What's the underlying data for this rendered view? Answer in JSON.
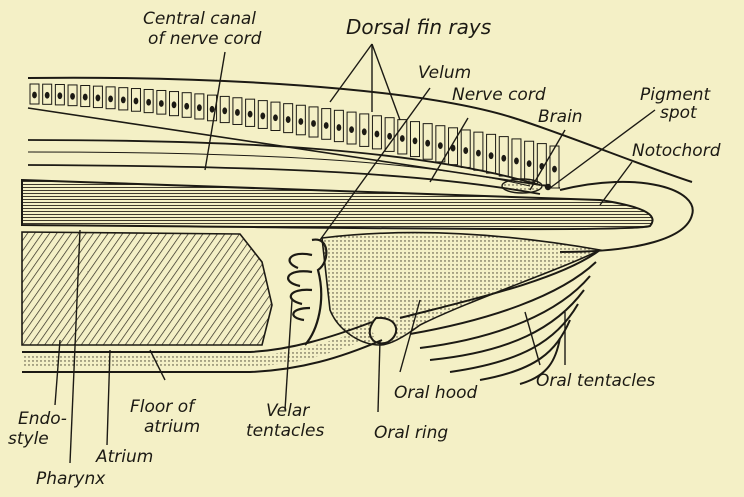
{
  "labels": {
    "central_canal_l1": "Central canal",
    "central_canal_l2": "of nerve cord",
    "dorsal_fin_rays": "Dorsal fin rays",
    "velum": "Velum",
    "nerve_cord": "Nerve cord",
    "brain": "Brain",
    "pigment_spot_l1": "Pigment",
    "pigment_spot_l2": "spot",
    "notochord": "Notochord",
    "oral_hood": "Oral hood",
    "oral_tentacles": "Oral tentacles",
    "oral_ring": "Oral ring",
    "velar_tentacles_l1": "Velar",
    "velar_tentacles_l2": "tentacles",
    "floor_atrium_l1": "Floor of",
    "floor_atrium_l2": "atrium",
    "endostyle_l1": "Endo-",
    "endostyle_l2": "style",
    "atrium": "Atrium",
    "pharynx": "Pharynx"
  },
  "colors": {
    "background": "#f4f0c6",
    "ink": "#1c1a14"
  }
}
